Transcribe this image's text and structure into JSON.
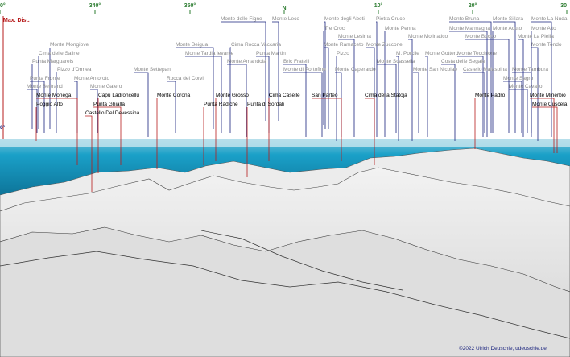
{
  "compass": {
    "degree_labels": [
      "0°",
      "340°",
      "350°",
      "N",
      "10°",
      "20°",
      "30"
    ],
    "max_dist_label": "Max. Dist.",
    "horizon_marker": "0°"
  },
  "colors": {
    "sky": "#ffffff",
    "sea": "#1aa0c8",
    "sea_dark": "#0d6e92",
    "far_peak_line": "#1a237e",
    "near_peak_line": "#b71c1c",
    "compass_green": "#2e7d32",
    "terrain": "#e6e6e6"
  },
  "far_labels": [
    "Monte delle Figne",
    "Monte Leco",
    "Monte degli Abeti",
    "Pietra Cruce",
    "Monte Bruna",
    "Monte Sillara",
    "Monte La Nuda",
    "Tre Croci",
    "Monte Penna",
    "Monte Marmagna",
    "Monte Acuto",
    "Monte Alto",
    "Monte Lesima",
    "Monte Molinatico",
    "Monte Bocco",
    "Monte La Piella",
    "Monte Mongiove",
    "Monte Beigua",
    "Cima Rocca Vaccaria",
    "Monte Ramaceto",
    "Monte Zuccone",
    "Monte Tondo",
    "Cima delle Saline",
    "Monte Tardia levante",
    "Punta Martin",
    "Pizzo",
    "M. Porcile",
    "Monte Gottero",
    "Monte Tecchione",
    "Punta Marguareis",
    "Monte Amandola",
    "Bric Fratelli",
    "Monte Scassella",
    "Costa delle Segale",
    "Pizzo d'Ormea",
    "Monte Settepani",
    "Monte di Portofino",
    "Monte Caperardo",
    "Monte San Nicolao",
    "Castello Malaspina",
    "Monte Tambura",
    "Punta Fronte",
    "Monte Antoroto",
    "Rocca dei Corvi",
    "Monte Sagro",
    "Monte Bertrand",
    "Monte Galero",
    "Monte Cavallo"
  ],
  "near_labels": [
    "Monte Monega",
    "Capu Ladroncellu",
    "Monte Corona",
    "Monte Grosso",
    "Cima Caselle",
    "San Parteo",
    "Cima della Statoja",
    "Monte Padro",
    "Monte Minerbio",
    "Poggio Alto",
    "Punta Ghialla",
    "Punta Radiche",
    "Punta di Sordali",
    "Monte Cuscela",
    "Castello Del Devessina"
  ],
  "credit": "©2022 Ulrich Deuschle, udeuschle.de"
}
